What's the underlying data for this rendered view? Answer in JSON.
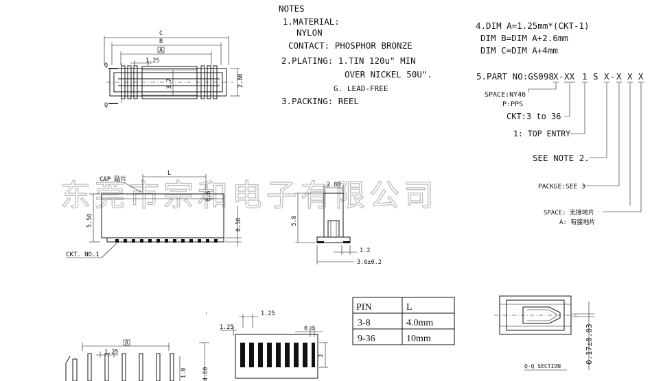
{
  "watermark": "东莞市宗和电子有限公司",
  "notes": {
    "title": "NOTES",
    "lines": [
      "1.MATERIAL:",
      "NYLON",
      "CONTACT: PHOSPHOR BRONZE",
      "2.PLATING: 1.TIN 120u\" MIN",
      "OVER NICKEL 50U\".",
      "G. LEAD-FREE",
      "3.PACKING: REEL"
    ]
  },
  "dims_note": [
    "4.DIM A=1.25mm*(CKT-1)",
    "DIM B=DIM A+2.6mm",
    "DIM C=DIM A+4mm"
  ],
  "part_no": {
    "prefix": "5.PART NO:GS098",
    "chars": [
      "X",
      "-",
      "XX",
      "1",
      "S",
      "X",
      "-",
      "X",
      "X",
      "X"
    ],
    "labels": [
      "SPACE:NY46",
      "P:PPS",
      "CKT:3 to 36",
      "1: TOP ENTRY",
      "SEE NOTE 2.",
      "PACKGE:SEE 3",
      "SPACE: 无接地片",
      "A: 有接地片"
    ]
  },
  "top_view": {
    "dim_c": "C",
    "dim_b": "B",
    "dim_a": "A",
    "pitch": "1.25",
    "height": "3.7",
    "depth": "2.80",
    "sec_a": "Q",
    "sec_b": "Q"
  },
  "front_view": {
    "cap": "CAP 贴片",
    "l": "L",
    "h1": "0.6",
    "h2": "5.50",
    "h3": "0.50",
    "ckt": "CKT. NO.1"
  },
  "side_view": {
    "w": "2.80",
    "h": "5.8",
    "p1": "1.2",
    "p2": "3.6±0.2"
  },
  "pcb_view": {
    "a": "A",
    "pitch": "1.25",
    "h": "4.60",
    "v": "1.0"
  },
  "pad_view": {
    "p1": "1.25",
    "p2": "1.25",
    "w": "0.6",
    "h": "3"
  },
  "table": {
    "headers": [
      "PIN",
      "L"
    ],
    "rows": [
      [
        "3-8",
        "4.0mm"
      ],
      [
        "9-36",
        "10mm"
      ]
    ]
  },
  "section": {
    "title": "Q-Q SECTION",
    "dim": "0.17±0.03"
  }
}
